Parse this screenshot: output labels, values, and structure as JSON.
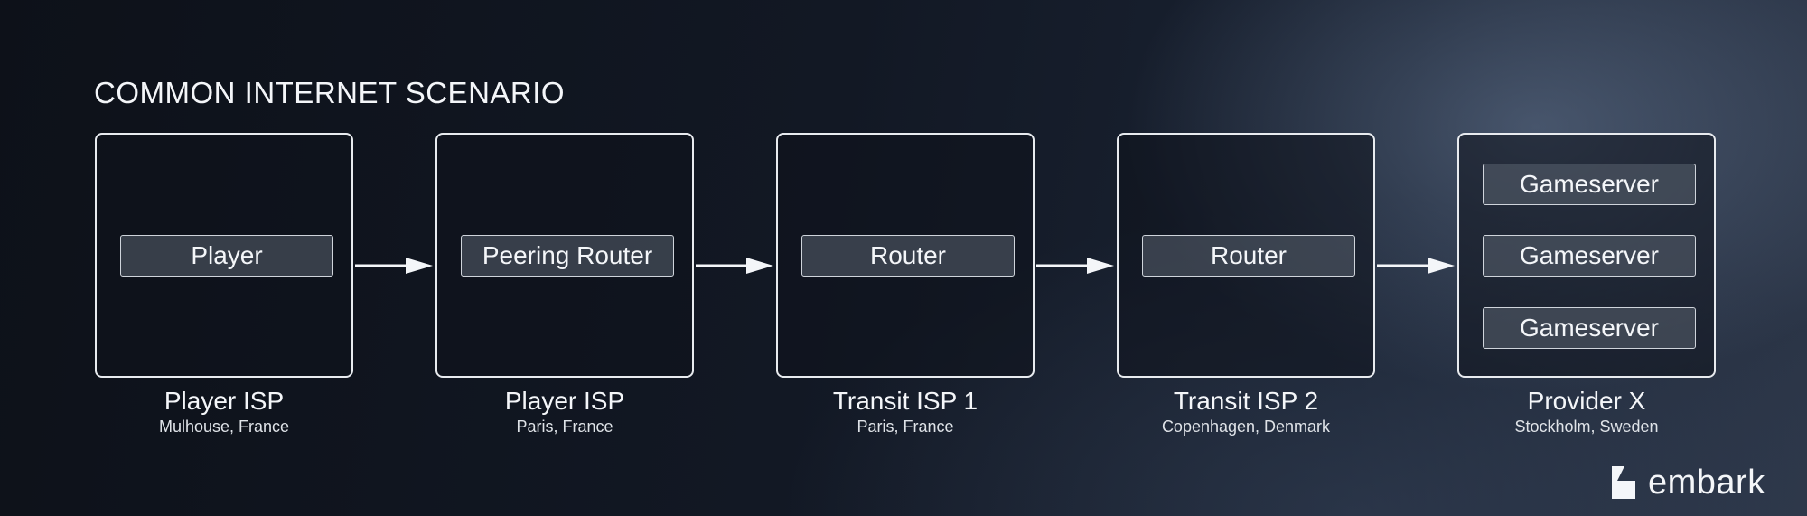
{
  "title": "COMMON INTERNET SCENARIO",
  "nodes": [
    {
      "name": "Player ISP",
      "location": "Mulhouse, France",
      "items": [
        "Player"
      ]
    },
    {
      "name": "Player ISP",
      "location": "Paris, France",
      "items": [
        "Peering Router"
      ]
    },
    {
      "name": "Transit ISP 1",
      "location": "Paris, France",
      "items": [
        "Router"
      ]
    },
    {
      "name": "Transit ISP 2",
      "location": "Copenhagen, Denmark",
      "items": [
        "Router"
      ]
    },
    {
      "name": "Provider X",
      "location": "Stockholm, Sweden",
      "items": [
        "Gameserver",
        "Gameserver",
        "Gameserver"
      ]
    }
  ],
  "logo": {
    "text": "embark",
    "icon": "embark-logo-icon"
  },
  "colors": {
    "border": "#e8ebef",
    "chip_fill": "#5a6270",
    "text": "#f4f6f9"
  }
}
